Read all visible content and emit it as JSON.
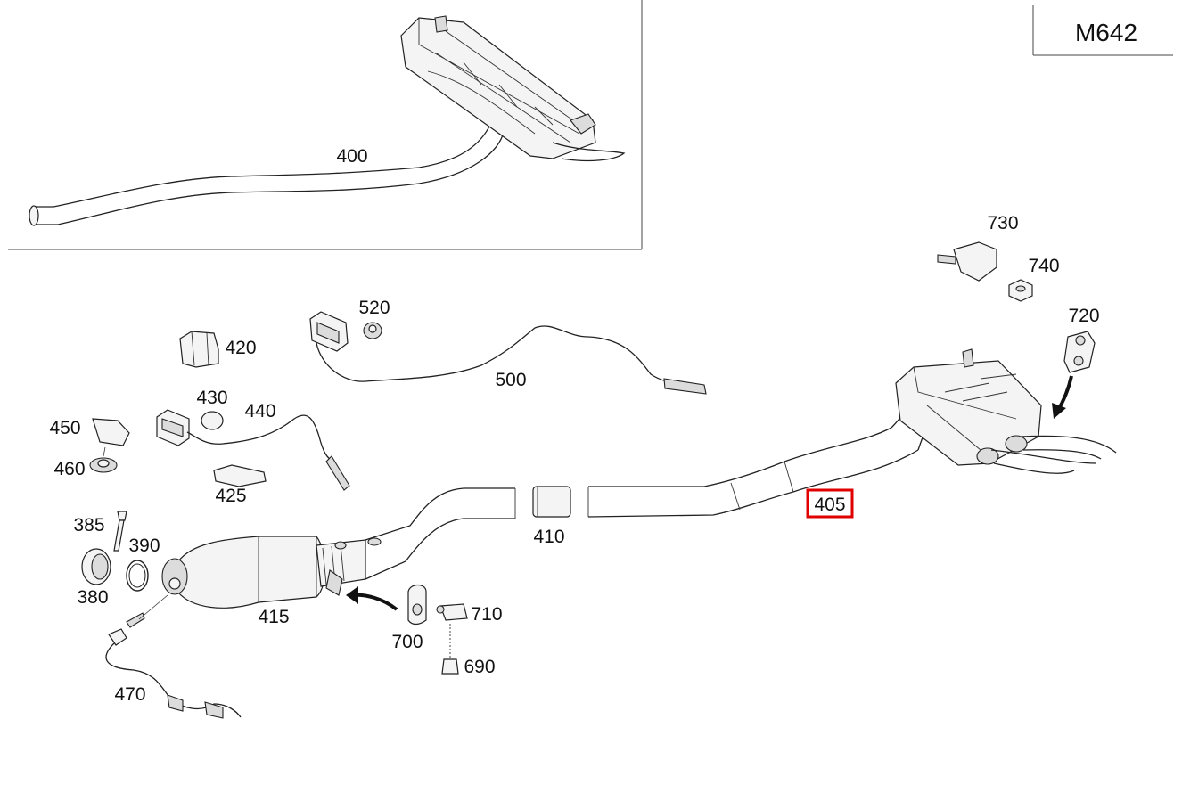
{
  "engine": {
    "code": "M642"
  },
  "labels": {
    "p400": "400",
    "p405": "405",
    "p410": "410",
    "p415": "415",
    "p420": "420",
    "p425": "425",
    "p430": "430",
    "p440": "440",
    "p450": "450",
    "p460": "460",
    "p470": "470",
    "p380": "380",
    "p385": "385",
    "p390": "390",
    "p500": "500",
    "p520": "520",
    "p690": "690",
    "p700": "700",
    "p710": "710",
    "p720": "720",
    "p730": "730",
    "p740": "740"
  },
  "highlight": {
    "part": "405",
    "color": "#e00000"
  }
}
